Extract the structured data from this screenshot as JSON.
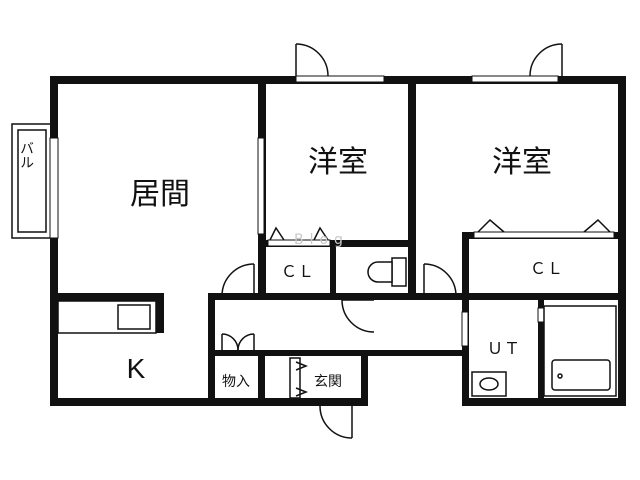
{
  "rooms": {
    "living": "居間",
    "western_room_1": "洋室",
    "western_room_2": "洋室",
    "kitchen": "K",
    "closet_1": "ＣＬ",
    "closet_2": "ＣＬ",
    "utility": "ＵＴ",
    "storage": "物入",
    "entrance": "玄関",
    "balcony": "バル"
  },
  "watermark": "Blog"
}
